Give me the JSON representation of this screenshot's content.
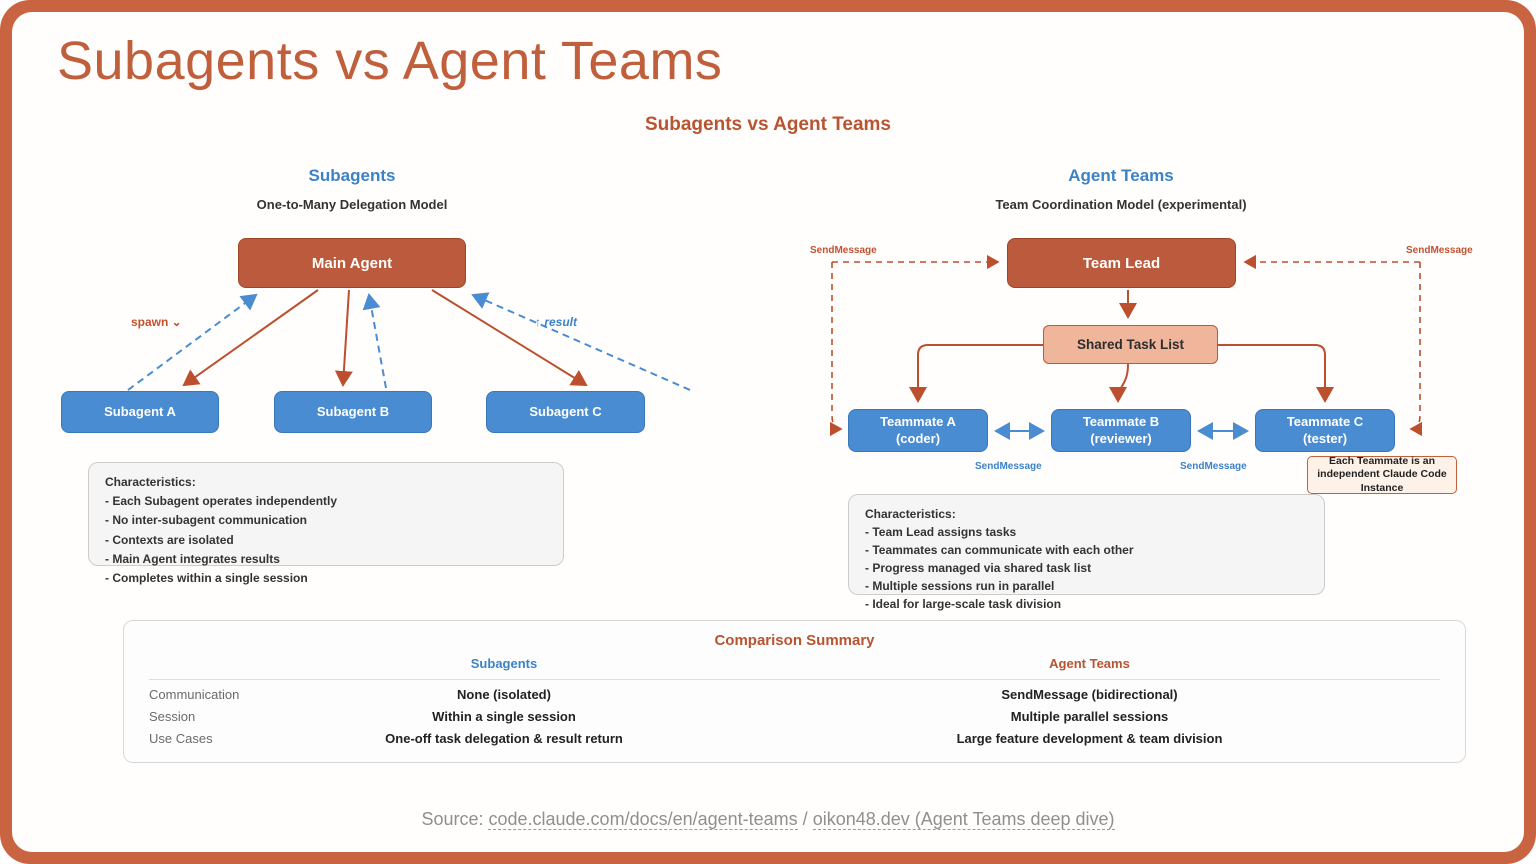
{
  "page": {
    "main_title": "Subagents vs Agent Teams",
    "diagram_title": "Subagents vs Agent Teams"
  },
  "subagents": {
    "heading": "Subagents",
    "subtitle": "One-to-Many Delegation Model",
    "main_agent": "Main Agent",
    "children": [
      "Subagent A",
      "Subagent B",
      "Subagent C"
    ],
    "spawn_label": "spawn ⌄",
    "result_label": "↑ result",
    "characteristics": {
      "title": "Characteristics:",
      "items": [
        "- Each Subagent operates independently",
        "- No inter-subagent communication",
        "- Contexts are isolated",
        "- Main Agent integrates results",
        "- Completes within a single session"
      ]
    }
  },
  "agent_teams": {
    "heading": "Agent Teams",
    "subtitle": "Team Coordination Model (experimental)",
    "team_lead": "Team Lead",
    "shared_task_list": "Shared Task List",
    "send_message_label": "SendMessage",
    "teammates": [
      {
        "name": "Teammate A",
        "role": "(coder)"
      },
      {
        "name": "Teammate B",
        "role": "(reviewer)"
      },
      {
        "name": "Teammate C",
        "role": "(tester)"
      }
    ],
    "note": "Each Teammate is an independent Claude Code Instance",
    "characteristics": {
      "title": "Characteristics:",
      "items": [
        "- Team Lead assigns tasks",
        "- Teammates can communicate with each other",
        "- Progress managed via shared task list",
        "- Multiple sessions run in parallel",
        "- Ideal for large-scale task division"
      ]
    }
  },
  "comparison": {
    "title": "Comparison Summary",
    "columns": {
      "subagents": "Subagents",
      "agent_teams": "Agent Teams"
    },
    "rows": [
      {
        "label": "Communication",
        "subagents": "None (isolated)",
        "agent_teams": "SendMessage (bidirectional)"
      },
      {
        "label": "Session",
        "subagents": "Within a single session",
        "agent_teams": "Multiple parallel sessions"
      },
      {
        "label": "Use Cases",
        "subagents": "One-off task delegation & result return",
        "agent_teams": "Large feature development & team division"
      }
    ]
  },
  "source": {
    "prefix": "Source: ",
    "link1": "code.claude.com/docs/en/agent-teams",
    "separator": " / ",
    "link2": "oikon48.dev (Agent Teams deep dive)"
  },
  "colors": {
    "frame_orange": "#c96442",
    "node_orange": "#bb5a3c",
    "node_blue": "#4a8cd2",
    "node_salmon": "#f0b69c",
    "heading_blue": "#3c82c8",
    "title_orange": "#b85430"
  }
}
